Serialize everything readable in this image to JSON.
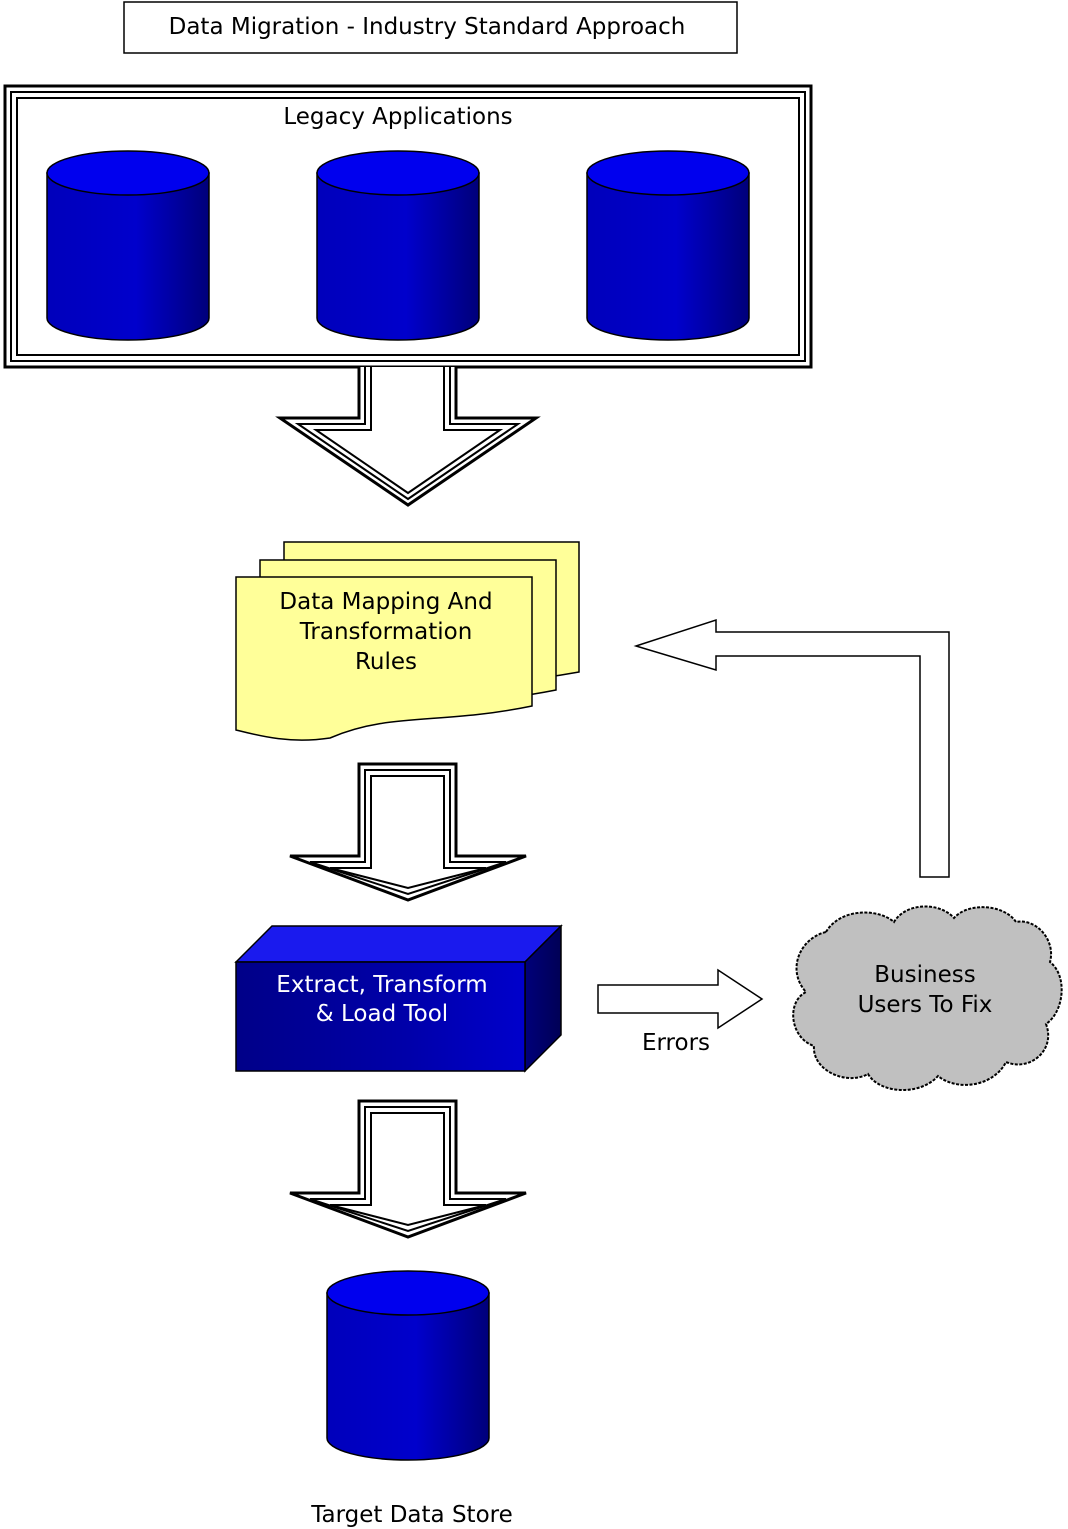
{
  "title": "Data Migration - Industry Standard Approach",
  "legacy": {
    "label": "Legacy Applications",
    "databases": [
      "database-cylinder-1",
      "database-cylinder-2",
      "database-cylinder-3"
    ]
  },
  "rules": {
    "lines": [
      "Data Mapping And",
      "Transformation",
      "Rules"
    ]
  },
  "etl": {
    "lines": [
      "Extract, Transform",
      "& Load Tool"
    ]
  },
  "errors": {
    "label": "Errors"
  },
  "business": {
    "lines": [
      "Business",
      "Users To Fix"
    ]
  },
  "target": {
    "label": "Target Data Store"
  },
  "colors": {
    "database_blue": "#0000cc",
    "database_dark": "#00007a",
    "document_yellow": "#ffff99",
    "etl_blue": "#000099",
    "etl_top": "#1a1aee",
    "cloud_gray": "#c0c0c0"
  }
}
